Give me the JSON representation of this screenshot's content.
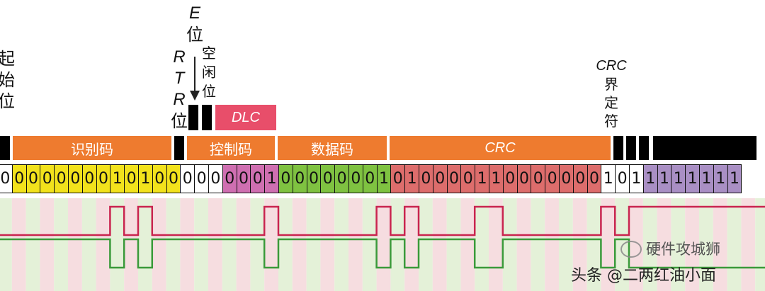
{
  "labels": {
    "sof": [
      "起",
      "始",
      "位"
    ],
    "rtr_letters": [
      "R",
      "T",
      "R"
    ],
    "rtr_char": "位",
    "ide_letter": "E",
    "ide_char": "位",
    "idle": [
      "空",
      "闲",
      "位"
    ],
    "crc_delim_title": "CRC",
    "crc_delim_chars": [
      "界",
      "定",
      "符"
    ]
  },
  "fields": {
    "identifier": "识别码",
    "control": "控制码",
    "data": "数据码",
    "crc": "CRC",
    "dlc": "DLC"
  },
  "bits": [
    {
      "v": "0",
      "c": "#ffffff"
    },
    {
      "v": "0",
      "c": "#f2e21c"
    },
    {
      "v": "0",
      "c": "#f2e21c"
    },
    {
      "v": "0",
      "c": "#f2e21c"
    },
    {
      "v": "0",
      "c": "#f2e21c"
    },
    {
      "v": "0",
      "c": "#f2e21c"
    },
    {
      "v": "0",
      "c": "#f2e21c"
    },
    {
      "v": "0",
      "c": "#f2e21c"
    },
    {
      "v": "1",
      "c": "#f2e21c"
    },
    {
      "v": "0",
      "c": "#f2e21c"
    },
    {
      "v": "1",
      "c": "#f2e21c"
    },
    {
      "v": "0",
      "c": "#f2e21c"
    },
    {
      "v": "0",
      "c": "#f2e21c"
    },
    {
      "v": "0",
      "c": "#ffffff"
    },
    {
      "v": "0",
      "c": "#ffffff"
    },
    {
      "v": "0",
      "c": "#ffffff"
    },
    {
      "v": "0",
      "c": "#cf6fb1"
    },
    {
      "v": "0",
      "c": "#cf6fb1"
    },
    {
      "v": "0",
      "c": "#cf6fb1"
    },
    {
      "v": "1",
      "c": "#cf6fb1"
    },
    {
      "v": "0",
      "c": "#7fc241"
    },
    {
      "v": "0",
      "c": "#7fc241"
    },
    {
      "v": "0",
      "c": "#7fc241"
    },
    {
      "v": "0",
      "c": "#7fc241"
    },
    {
      "v": "0",
      "c": "#7fc241"
    },
    {
      "v": "0",
      "c": "#7fc241"
    },
    {
      "v": "0",
      "c": "#7fc241"
    },
    {
      "v": "1",
      "c": "#7fc241"
    },
    {
      "v": "0",
      "c": "#dd6d6c"
    },
    {
      "v": "1",
      "c": "#dd6d6c"
    },
    {
      "v": "0",
      "c": "#dd6d6c"
    },
    {
      "v": "0",
      "c": "#dd6d6c"
    },
    {
      "v": "0",
      "c": "#dd6d6c"
    },
    {
      "v": "0",
      "c": "#dd6d6c"
    },
    {
      "v": "1",
      "c": "#dd6d6c"
    },
    {
      "v": "1",
      "c": "#dd6d6c"
    },
    {
      "v": "0",
      "c": "#dd6d6c"
    },
    {
      "v": "0",
      "c": "#dd6d6c"
    },
    {
      "v": "0",
      "c": "#dd6d6c"
    },
    {
      "v": "0",
      "c": "#dd6d6c"
    },
    {
      "v": "0",
      "c": "#dd6d6c"
    },
    {
      "v": "0",
      "c": "#dd6d6c"
    },
    {
      "v": "0",
      "c": "#dd6d6c"
    },
    {
      "v": "1",
      "c": "#ffffff"
    },
    {
      "v": "0",
      "c": "#ffffff"
    },
    {
      "v": "1",
      "c": "#ffffff"
    },
    {
      "v": "1",
      "c": "#a98fc4"
    },
    {
      "v": "1",
      "c": "#a98fc4"
    },
    {
      "v": "1",
      "c": "#a98fc4"
    },
    {
      "v": "1",
      "c": "#a98fc4"
    },
    {
      "v": "1",
      "c": "#a98fc4"
    },
    {
      "v": "1",
      "c": "#a98fc4"
    },
    {
      "v": "1",
      "c": "#a98fc4"
    }
  ],
  "waveform": {
    "high_color": "#c9244f",
    "low_color": "#3a9a3a"
  },
  "watermark": {
    "line1": "硬件攻城狮",
    "line2": "头条 @二两红油小面"
  }
}
